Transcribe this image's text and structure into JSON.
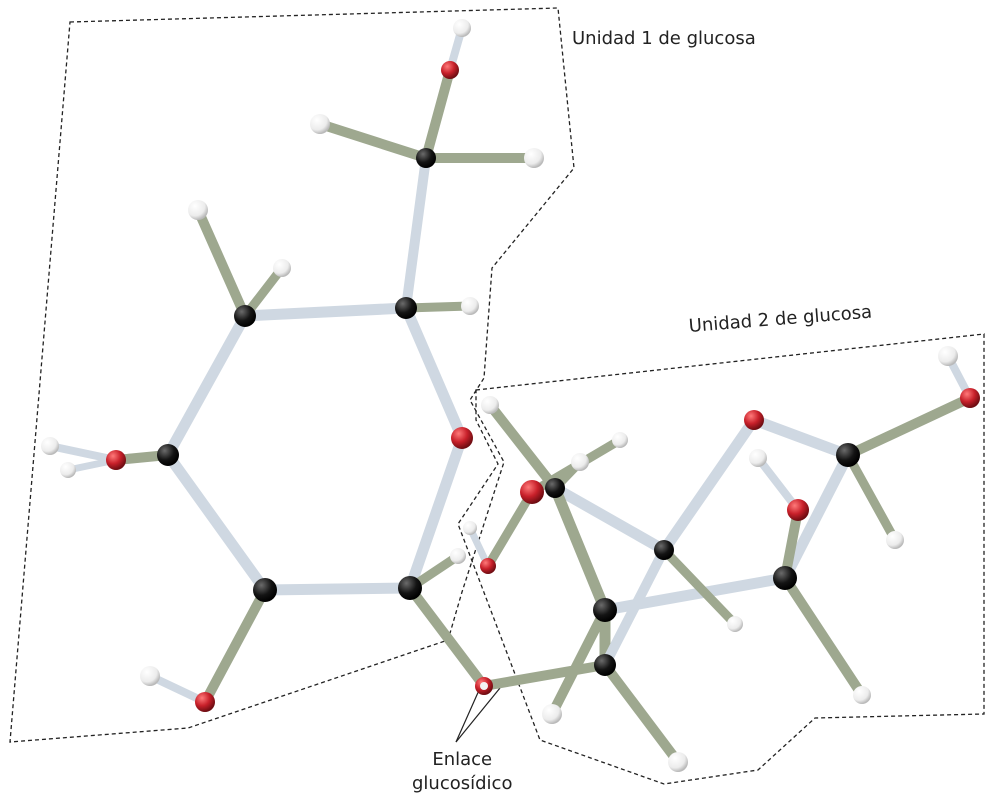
{
  "labels": {
    "unit1": "Unidad 1 de glucosa",
    "unit2": "Unidad 2 de glucosa",
    "bond_line1": "Enlace",
    "bond_line2": "glucosídico"
  },
  "colors": {
    "carbon": "#141414",
    "oxygen": "#c8202a",
    "hydrogen": "#f3f3f3",
    "bond_light": "#cfd8e2",
    "bond_green": "#9ea88f",
    "outline": "#222222"
  }
}
